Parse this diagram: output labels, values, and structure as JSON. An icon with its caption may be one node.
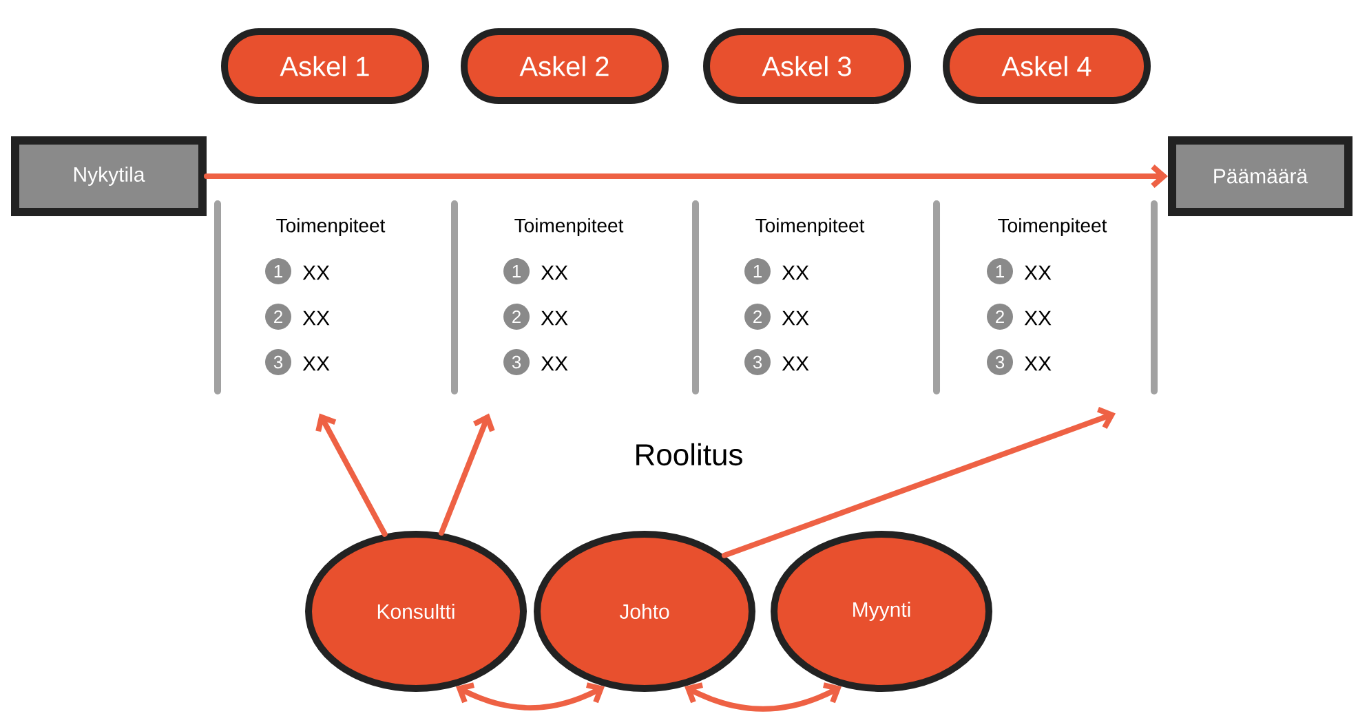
{
  "diagram": {
    "nodes": [
      {
        "text": [
          "Askel 1"
        ]
      },
      {
        "text": [
          "Askel 2"
        ]
      },
      {
        "text": [
          "Askel 3"
        ]
      },
      {
        "text": [
          "Askel 4"
        ]
      },
      {
        "text": [
          "Nykytila"
        ]
      },
      {
        "text": [
          "Päämäärä"
        ]
      },
      {
        "text": [
          "Toimenpiteet",
          "1",
          "XX",
          "2",
          "XX",
          "3",
          "XX"
        ]
      },
      {
        "text": [
          "Toimenpiteet",
          "1",
          "XX",
          "2",
          "XX",
          "3",
          "XX"
        ]
      },
      {
        "text": [
          "Toimenpiteet",
          "1",
          "XX",
          "2",
          "XX",
          "3",
          "XX"
        ]
      },
      {
        "text": [
          "Toimenpiteet",
          "1",
          "XX",
          "2",
          "XX",
          "3",
          "XX"
        ]
      },
      {
        "text": [
          "Konsultti"
        ]
      },
      {
        "text": [
          "Johto"
        ]
      },
      {
        "text": [
          "Myynti"
        ]
      }
    ],
    "edges": [
      {
        "from": 4,
        "to": 5,
        "arrow": "to"
      },
      {
        "from": 10,
        "to": 6,
        "arrow": "to"
      },
      {
        "from": 10,
        "to": 7,
        "arrow": "to"
      },
      {
        "from": 11,
        "to": 9,
        "arrow": "to"
      },
      {
        "from": 10,
        "to": 11,
        "arrow": "both"
      },
      {
        "from": 11,
        "to": 12,
        "arrow": "both"
      }
    ],
    "labels": [
      "Roolitus"
    ]
  }
}
